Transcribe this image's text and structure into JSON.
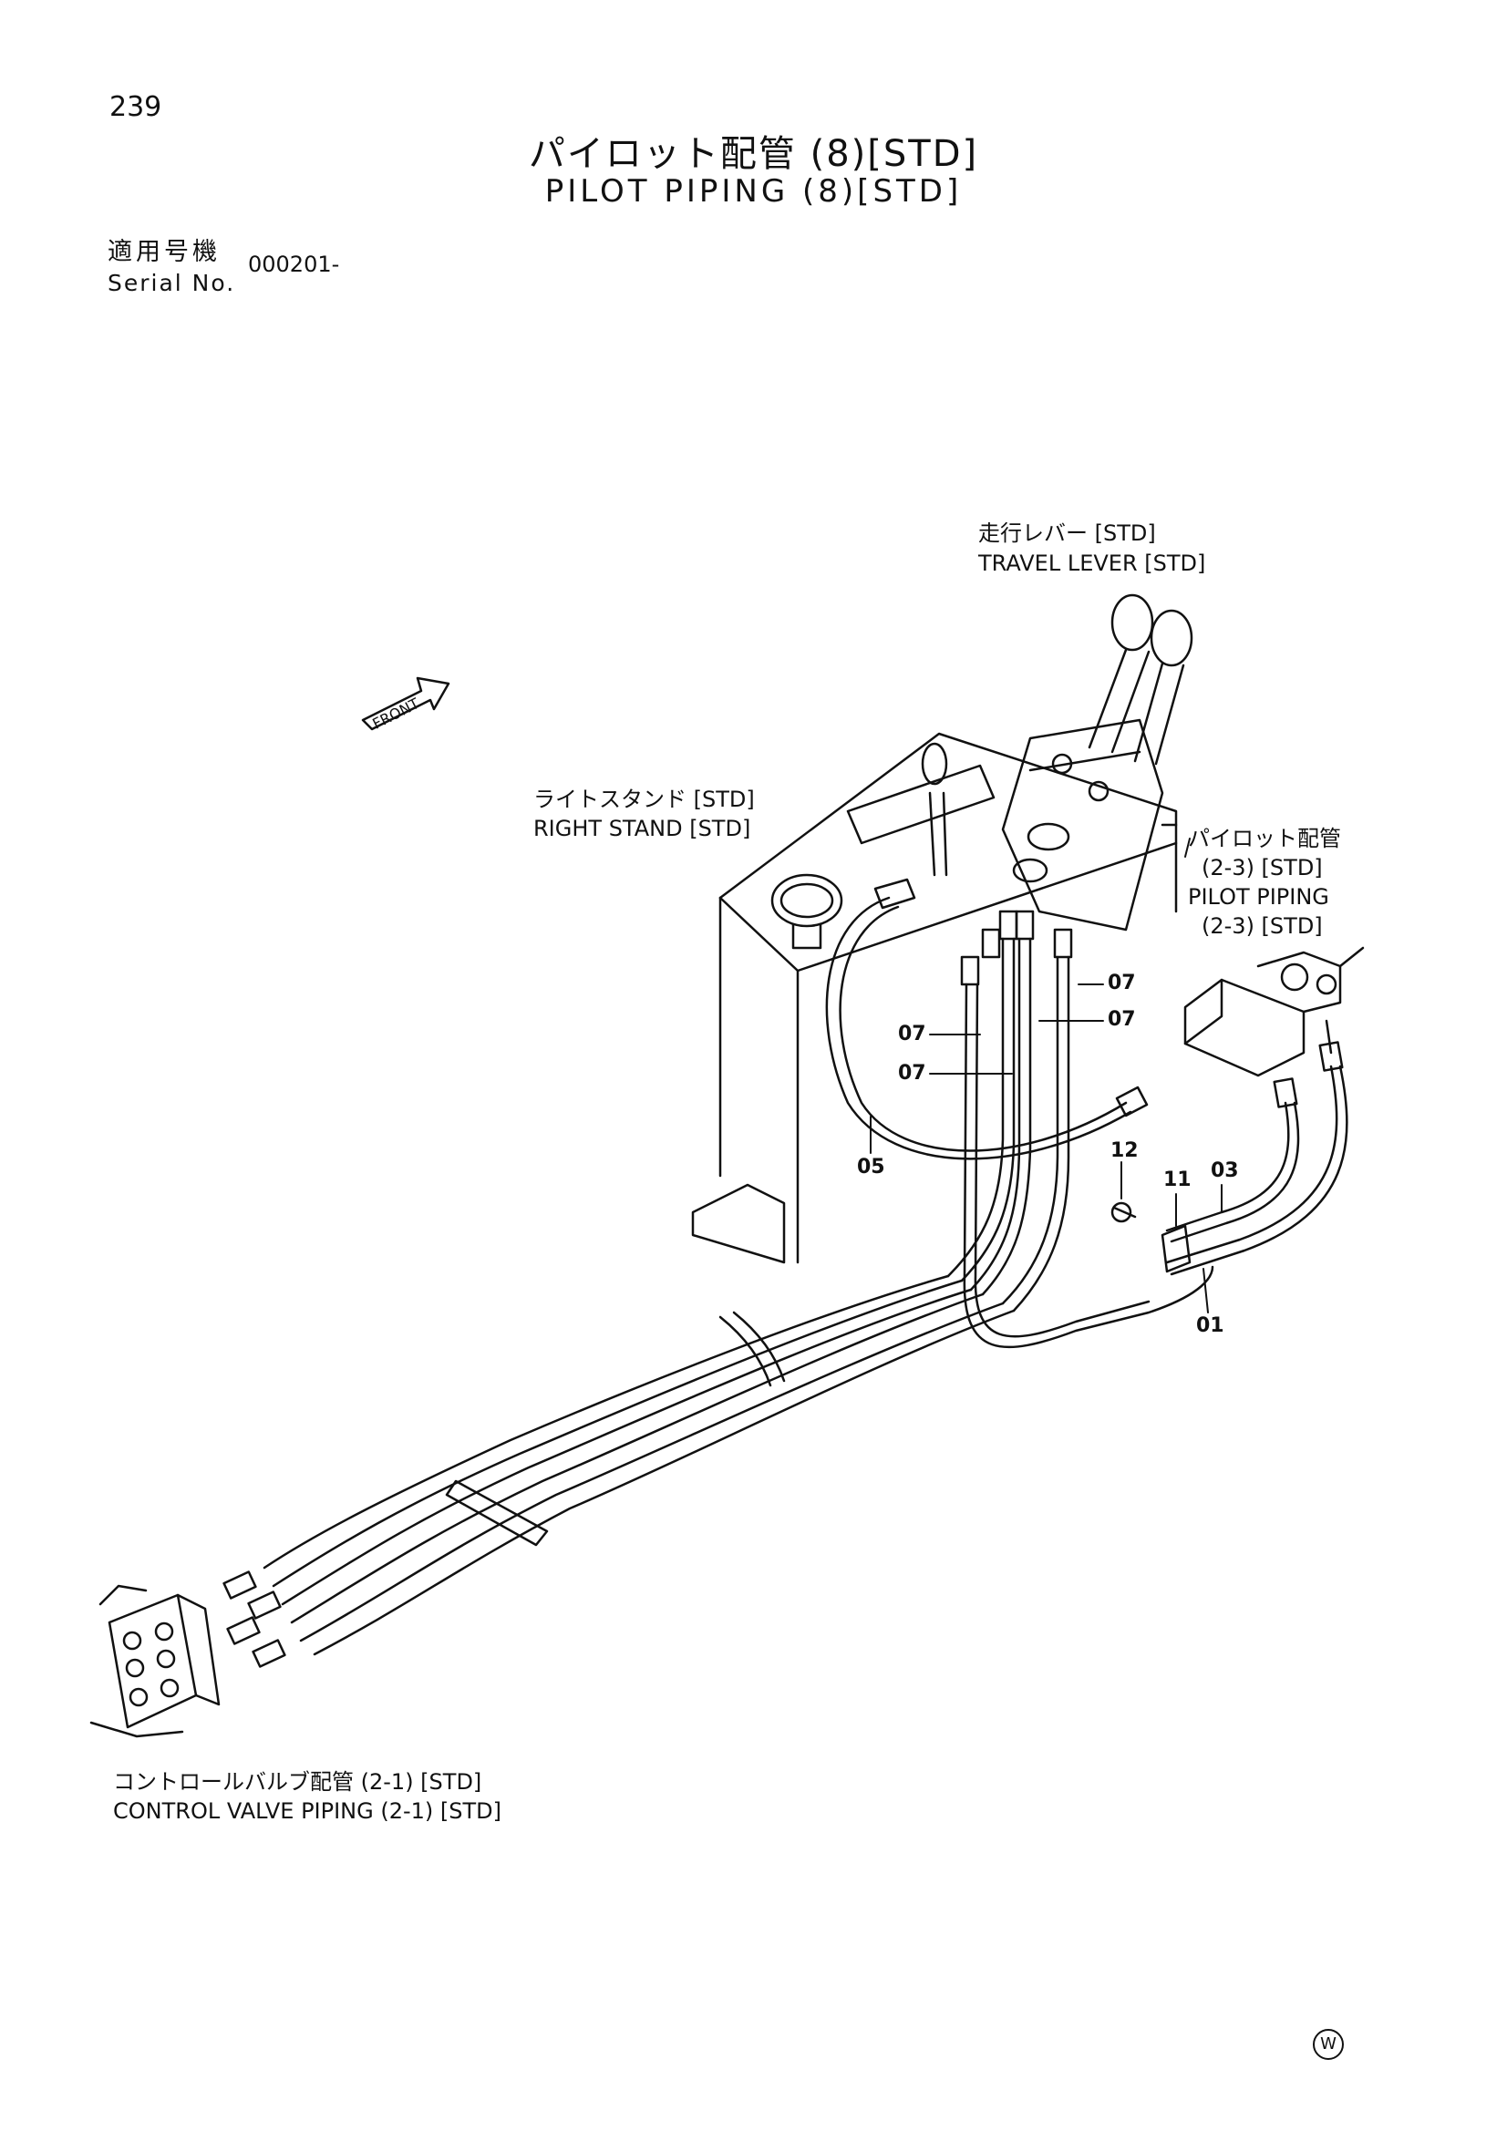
{
  "page_number": "239",
  "title_jp": "パイロット配管 (8)[STD]",
  "title_en": "PILOT PIPING (8)[STD]",
  "serial": {
    "label_jp": "適用号機",
    "label_en": "Serial No.",
    "value": "000201-"
  },
  "front_marker": "FRONT",
  "callouts": {
    "travel_lever_jp": "走行レバー [STD]",
    "travel_lever_en": "TRAVEL LEVER [STD]",
    "right_stand_jp": "ライトスタンド [STD]",
    "right_stand_en": "RIGHT STAND [STD]",
    "pilot_piping_jp": "パイロット配管",
    "pilot_piping_jp_sub": "(2-3) [STD]",
    "pilot_piping_en": "PILOT PIPING",
    "pilot_piping_en_sub": "(2-3) [STD]",
    "control_valve_jp": "コントロールバルブ配管 (2-1) [STD]",
    "control_valve_en": "CONTROL VALVE PIPING (2-1) [STD]"
  },
  "part_numbers": {
    "p07a": "07",
    "p07b": "07",
    "p07c": "07",
    "p07d": "07",
    "p05": "05",
    "p12": "12",
    "p11": "11",
    "p03": "03",
    "p01": "01"
  },
  "corner_mark": "W"
}
